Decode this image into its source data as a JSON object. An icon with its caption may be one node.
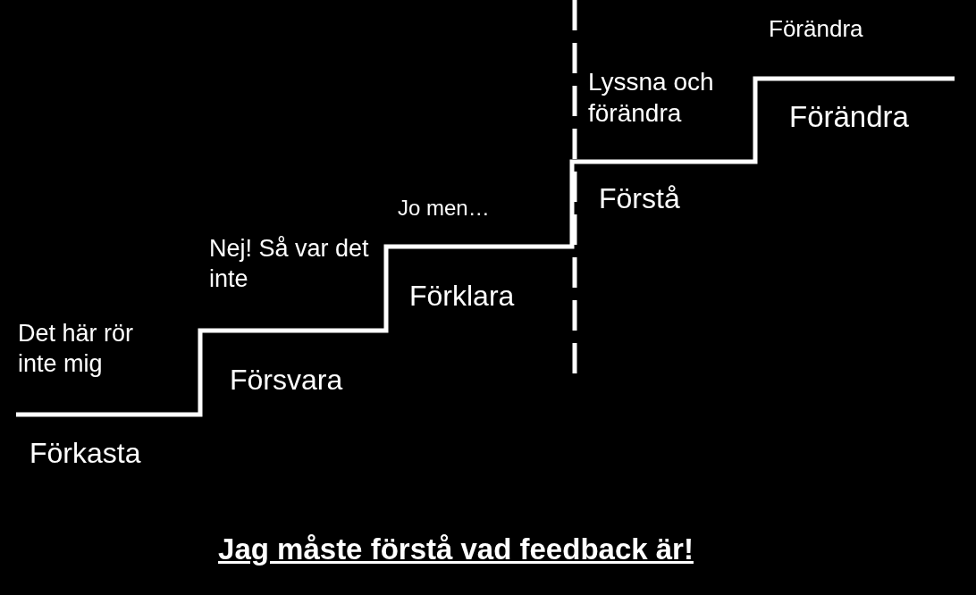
{
  "diagram": {
    "caption": "Jag måste förstå vad feedback är!",
    "labels": [
      "Förändra",
      "Lyssna och förändra",
      "Förändra",
      "Jo men…",
      "Förstå",
      "Nej! Så var det inte",
      "Förklara",
      "Det här rör inte mig",
      "Försvara",
      "Förkasta"
    ]
  }
}
